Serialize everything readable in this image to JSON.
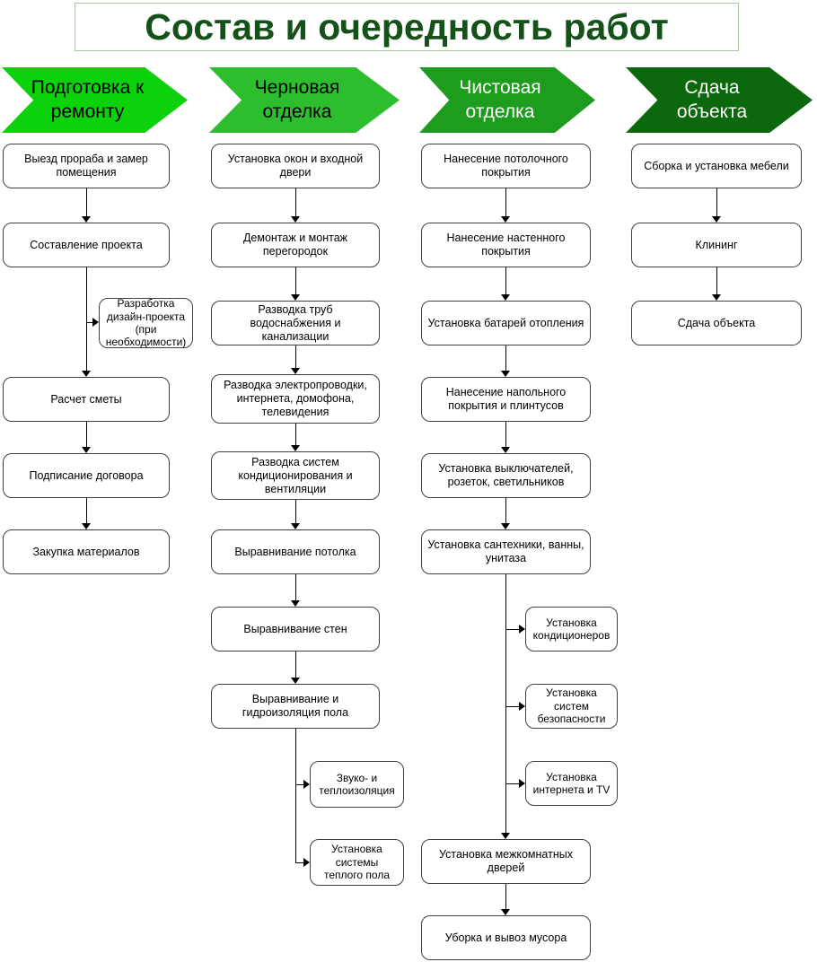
{
  "title": {
    "text": "Состав и очередность работ",
    "text_color": "#14521a",
    "border_color": "#a3c9a3"
  },
  "stages": [
    {
      "label": "Подготовка к ремонту",
      "color": "#0bd20b",
      "text_color": "#000000"
    },
    {
      "label": "Черновая отделка",
      "color": "#2dbe2d",
      "text_color": "#000000"
    },
    {
      "label": "Чистовая отделка",
      "color": "#1e9c1e",
      "text_color": "#ffffff"
    },
    {
      "label": "Сдача объекта",
      "color": "#0c680c",
      "text_color": "#ffffff"
    }
  ],
  "columns": [
    {
      "stage": "Подготовка к ремонту",
      "boxes": [
        {
          "text": "Выезд прораба и замер помещения",
          "side": false
        },
        {
          "text": "Составление проекта",
          "side": false
        },
        {
          "text": "Разработка дизайн-проекта (при необходимости)",
          "side": true
        },
        {
          "text": "Расчет сметы",
          "side": false
        },
        {
          "text": "Подписание договора",
          "side": false
        },
        {
          "text": "Закупка материалов",
          "side": false
        }
      ]
    },
    {
      "stage": "Черновая отделка",
      "boxes": [
        {
          "text": "Установка окон и входной двери",
          "side": false
        },
        {
          "text": "Демонтаж и монтаж перегородок",
          "side": false
        },
        {
          "text": "Разводка труб водоснабжения и канализации",
          "side": false
        },
        {
          "text": "Разводка электропроводки, интернета, домофона, телевидения",
          "side": false
        },
        {
          "text": "Разводка систем кондиционирования и вентиляции",
          "side": false
        },
        {
          "text": "Выравнивание потолка",
          "side": false
        },
        {
          "text": "Выравнивание стен",
          "side": false
        },
        {
          "text": "Выравнивание и гидроизоляция пола",
          "side": false
        },
        {
          "text": "Звуко- и теплоизоляция",
          "side": true
        },
        {
          "text": "Установка системы теплого пола",
          "side": true
        }
      ]
    },
    {
      "stage": "Чистовая отделка",
      "boxes": [
        {
          "text": "Нанесение потолочного покрытия",
          "side": false
        },
        {
          "text": "Нанесение настенного покрытия",
          "side": false
        },
        {
          "text": "Установка батарей отопления",
          "side": false
        },
        {
          "text": "Нанесение напольного покрытия и плинтусов",
          "side": false
        },
        {
          "text": "Установка выключателей, розеток, светильников",
          "side": false
        },
        {
          "text": "Установка сантехники, ванны, унитаза",
          "side": false
        },
        {
          "text": "Установка кондиционеров",
          "side": true
        },
        {
          "text": "Установка систем безопасности",
          "side": true
        },
        {
          "text": "Установка интернета и TV",
          "side": true
        },
        {
          "text": "Установка межкомнатных дверей",
          "side": false
        },
        {
          "text": "Уборка и вывоз мусора",
          "side": false
        }
      ]
    },
    {
      "stage": "Сдача объекта",
      "boxes": [
        {
          "text": "Сборка и установка мебели",
          "side": false
        },
        {
          "text": "Клининг",
          "side": false
        },
        {
          "text": "Сдача объекта",
          "side": false
        }
      ]
    }
  ]
}
